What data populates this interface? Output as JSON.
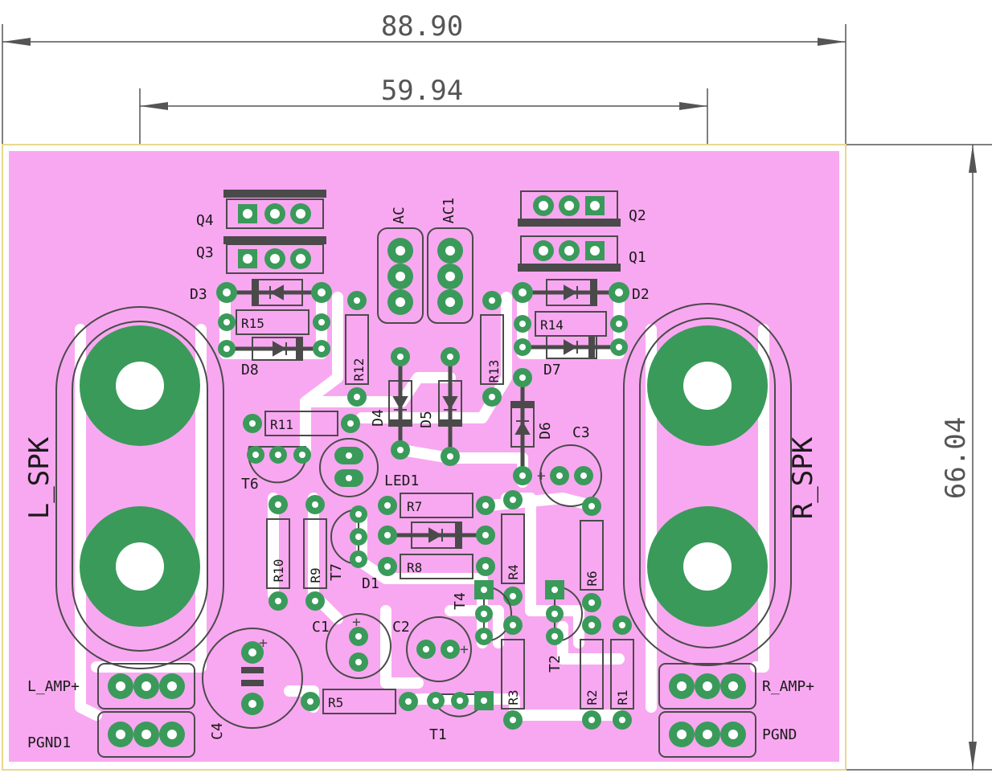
{
  "dimensions": {
    "board_width": "88.90",
    "inner_width": "59.94",
    "board_height": "66.04"
  },
  "components": {
    "q4": "Q4",
    "q3": "Q3",
    "q2": "Q2",
    "q1": "Q1",
    "ac": "AC",
    "ac1": "AC1",
    "d3": "D3",
    "d2": "D2",
    "d8": "D8",
    "d7": "D7",
    "r15": "R15",
    "r14": "R14",
    "r12": "R12",
    "r13": "R13",
    "r11": "R11",
    "d4": "D4",
    "d5": "D5",
    "d6": "D6",
    "c3": "C3",
    "t6": "T6",
    "led1": "LED1",
    "r7": "R7",
    "r8": "R8",
    "d1": "D1",
    "t7": "T7",
    "r10": "R10",
    "r9": "R9",
    "r4": "R4",
    "r6": "R6",
    "t4": "T4",
    "t2": "T2",
    "c1": "C1",
    "c2": "C2",
    "r5": "R5",
    "r3": "R3",
    "r2": "R2",
    "r1": "R1",
    "t1": "T1",
    "c4": "C4"
  },
  "connectors": {
    "l_spk": "L_SPK",
    "r_spk": "R_SPK",
    "l_amp": "L_AMP+",
    "r_amp": "R_AMP+",
    "pgnd1": "PGND1",
    "pgnd": "PGND"
  },
  "colors": {
    "board": "#f8a8f0",
    "copper_pad": "#3a9a5a",
    "silkscreen": "#4a4a4a",
    "trace_clearance": "#ffffff",
    "board_edge": "#e8d890"
  }
}
